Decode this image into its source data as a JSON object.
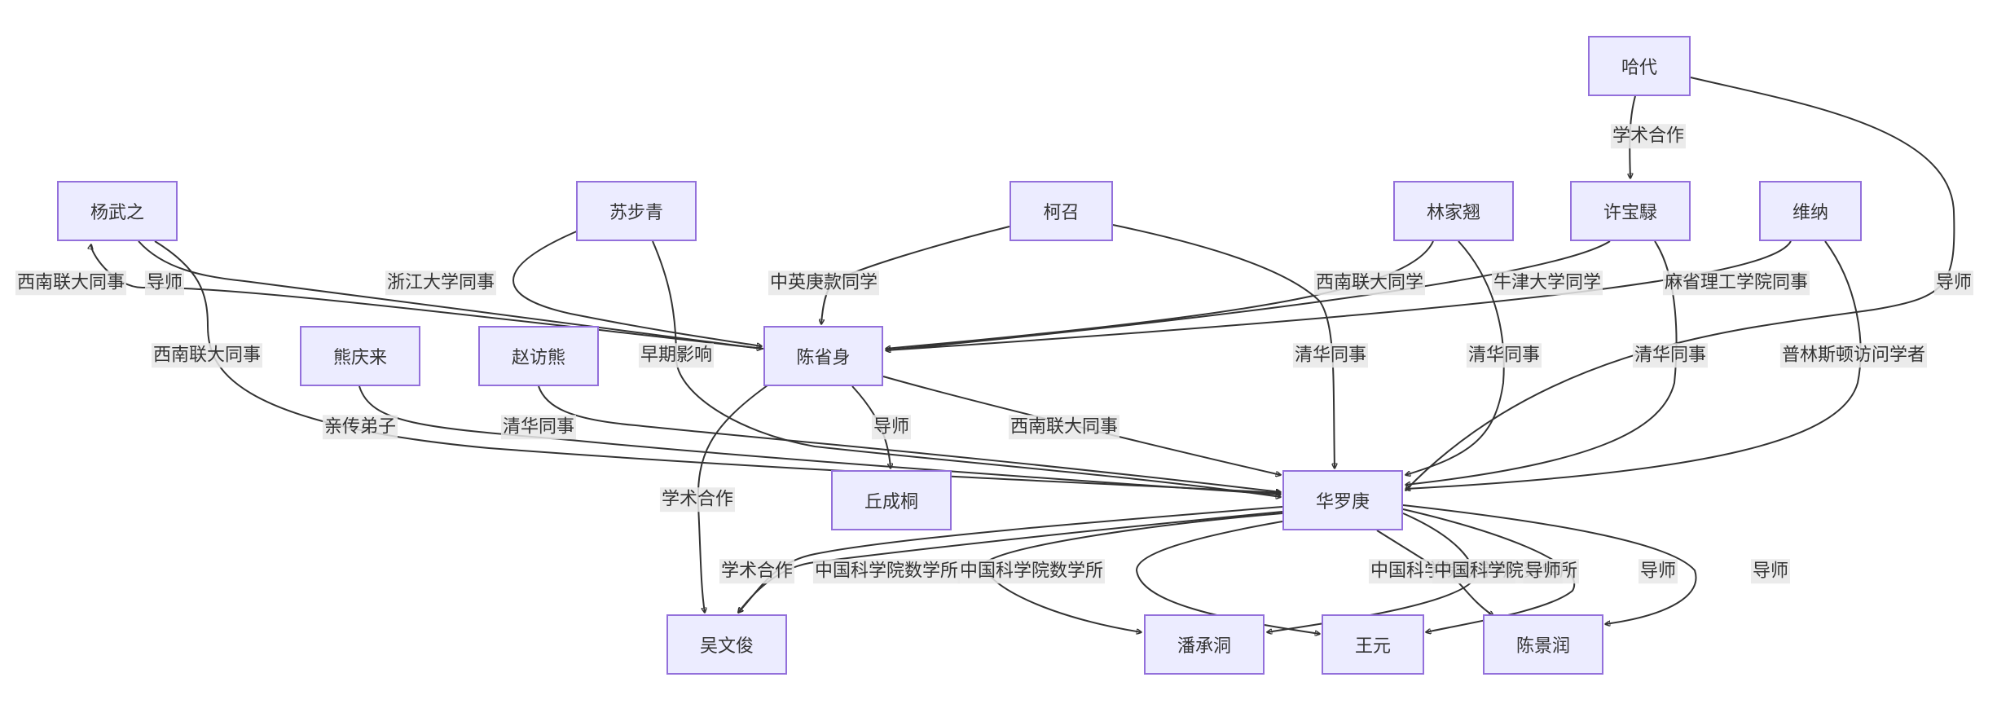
{
  "diagram": {
    "type": "flowchart",
    "nodes": [
      {
        "id": "hadai",
        "label": "哈代"
      },
      {
        "id": "yangwuzhi",
        "label": "杨武之"
      },
      {
        "id": "subuqing",
        "label": "苏步青"
      },
      {
        "id": "kezhao",
        "label": "柯召"
      },
      {
        "id": "linjiaxiang",
        "label": "林家翘"
      },
      {
        "id": "xubaolu",
        "label": "许宝騄"
      },
      {
        "id": "weina",
        "label": "维纳"
      },
      {
        "id": "xiongqinglai",
        "label": "熊庆来"
      },
      {
        "id": "zhaofangxiong",
        "label": "赵访熊"
      },
      {
        "id": "chenshengshen",
        "label": "陈省身"
      },
      {
        "id": "qiuchengtong",
        "label": "丘成桐"
      },
      {
        "id": "hualuogeng",
        "label": "华罗庚"
      },
      {
        "id": "wuwenjun",
        "label": "吴文俊"
      },
      {
        "id": "panchengdong",
        "label": "潘承洞"
      },
      {
        "id": "wangyuan",
        "label": "王元"
      },
      {
        "id": "chenjingrun",
        "label": "陈景润"
      }
    ],
    "edges": [
      {
        "from": "hadai",
        "to": "xubaolu",
        "label": "学术合作"
      },
      {
        "from": "hadai",
        "to": "hualuogeng",
        "label": "导师"
      },
      {
        "from": "chenshengshen",
        "to": "yangwuzhi",
        "label": "西南联大同事"
      },
      {
        "from": "yangwuzhi",
        "to": "chenshengshen",
        "label": "导师"
      },
      {
        "from": "yangwuzhi",
        "to": "hualuogeng",
        "label": "西南联大同事"
      },
      {
        "from": "subuqing",
        "to": "chenshengshen",
        "label": "浙江大学同事"
      },
      {
        "from": "subuqing",
        "to": "hualuogeng",
        "label": "早期影响"
      },
      {
        "from": "kezhao",
        "to": "chenshengshen",
        "label": "中英庚款同学"
      },
      {
        "from": "kezhao",
        "to": "hualuogeng",
        "label": "清华同事"
      },
      {
        "from": "linjiaxiang",
        "to": "chenshengshen",
        "label": "西南联大同学"
      },
      {
        "from": "linjiaxiang",
        "to": "hualuogeng",
        "label": "清华同事"
      },
      {
        "from": "xubaolu",
        "to": "chenshengshen",
        "label": "牛津大学同学"
      },
      {
        "from": "xubaolu",
        "to": "hualuogeng",
        "label": "清华同事"
      },
      {
        "from": "weina",
        "to": "chenshengshen",
        "label": "麻省理工学院同事"
      },
      {
        "from": "weina",
        "to": "hualuogeng",
        "label": "普林斯顿访问学者"
      },
      {
        "from": "xiongqinglai",
        "to": "hualuogeng",
        "label": "亲传弟子"
      },
      {
        "from": "zhaofangxiong",
        "to": "hualuogeng",
        "label": "清华同事"
      },
      {
        "from": "chenshengshen",
        "to": "qiuchengtong",
        "label": "导师"
      },
      {
        "from": "chenshengshen",
        "to": "hualuogeng",
        "label": "西南联大同事"
      },
      {
        "from": "chenshengshen",
        "to": "wuwenjun",
        "label": "学术合作"
      },
      {
        "from": "hualuogeng",
        "to": "wuwenjun",
        "label": "学术合作"
      },
      {
        "from": "hualuogeng",
        "to": "wuwenjun",
        "label": "中国科学院数学所"
      },
      {
        "from": "hualuogeng",
        "to": "panchengdong",
        "label": "中国科学院数学所"
      },
      {
        "from": "hualuogeng",
        "to": "wangyuan",
        "label": "中国科学院数学所"
      },
      {
        "from": "hualuogeng",
        "to": "chenjingrun",
        "label": "中国科学院数学所"
      },
      {
        "from": "hualuogeng",
        "to": "panchengdong",
        "label": "导师"
      },
      {
        "from": "hualuogeng",
        "to": "wangyuan",
        "label": "导师"
      },
      {
        "from": "hualuogeng",
        "to": "chenjingrun",
        "label": "导师"
      }
    ]
  }
}
